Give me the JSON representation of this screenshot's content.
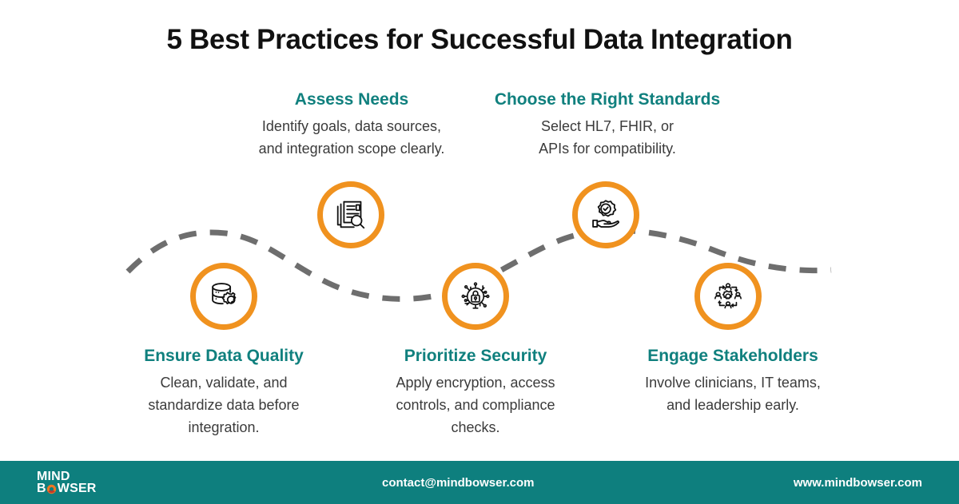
{
  "title": "5 Best Practices for Successful Data Integration",
  "colors": {
    "teal": "#10807E",
    "orange": "#F0921F",
    "footer_bg": "#0E7F7E",
    "wave": "#6E6E6E",
    "body_text": "#3b3b3b",
    "title_text": "#111111"
  },
  "practices": [
    {
      "id": "assess-needs",
      "heading": "Assess Needs",
      "description_line1": "Identify goals, data sources,",
      "description_line2": "and integration scope clearly.",
      "icon": "document-search-icon",
      "position": "top"
    },
    {
      "id": "choose-standards",
      "heading": "Choose the Right Standards",
      "description_line1": "Select HL7, FHIR, or",
      "description_line2": "APIs for compatibility.",
      "icon": "hand-certificate-icon",
      "position": "top"
    },
    {
      "id": "ensure-data-quality",
      "heading": "Ensure Data Quality",
      "description_line1": "Clean, validate, and",
      "description_line2": "standardize data before",
      "description_line3": "integration.",
      "icon": "database-gear-icon",
      "position": "bottom"
    },
    {
      "id": "prioritize-security",
      "heading": "Prioritize Security",
      "description_line1": "Apply encryption, access",
      "description_line2": "controls, and compliance",
      "description_line3": "checks.",
      "icon": "cyber-lock-icon",
      "position": "bottom"
    },
    {
      "id": "engage-stakeholders",
      "heading": "Engage Stakeholders",
      "description_line1": "Involve clinicians, IT teams,",
      "description_line2": "and leadership early.",
      "icon": "stakeholders-network-icon",
      "position": "bottom"
    }
  ],
  "footer": {
    "logo_line1": "MIND",
    "logo_line2_before": "B",
    "logo_line2_after": "WSER",
    "email": "contact@mindbowser.com",
    "website": "www.mindbowser.com"
  }
}
